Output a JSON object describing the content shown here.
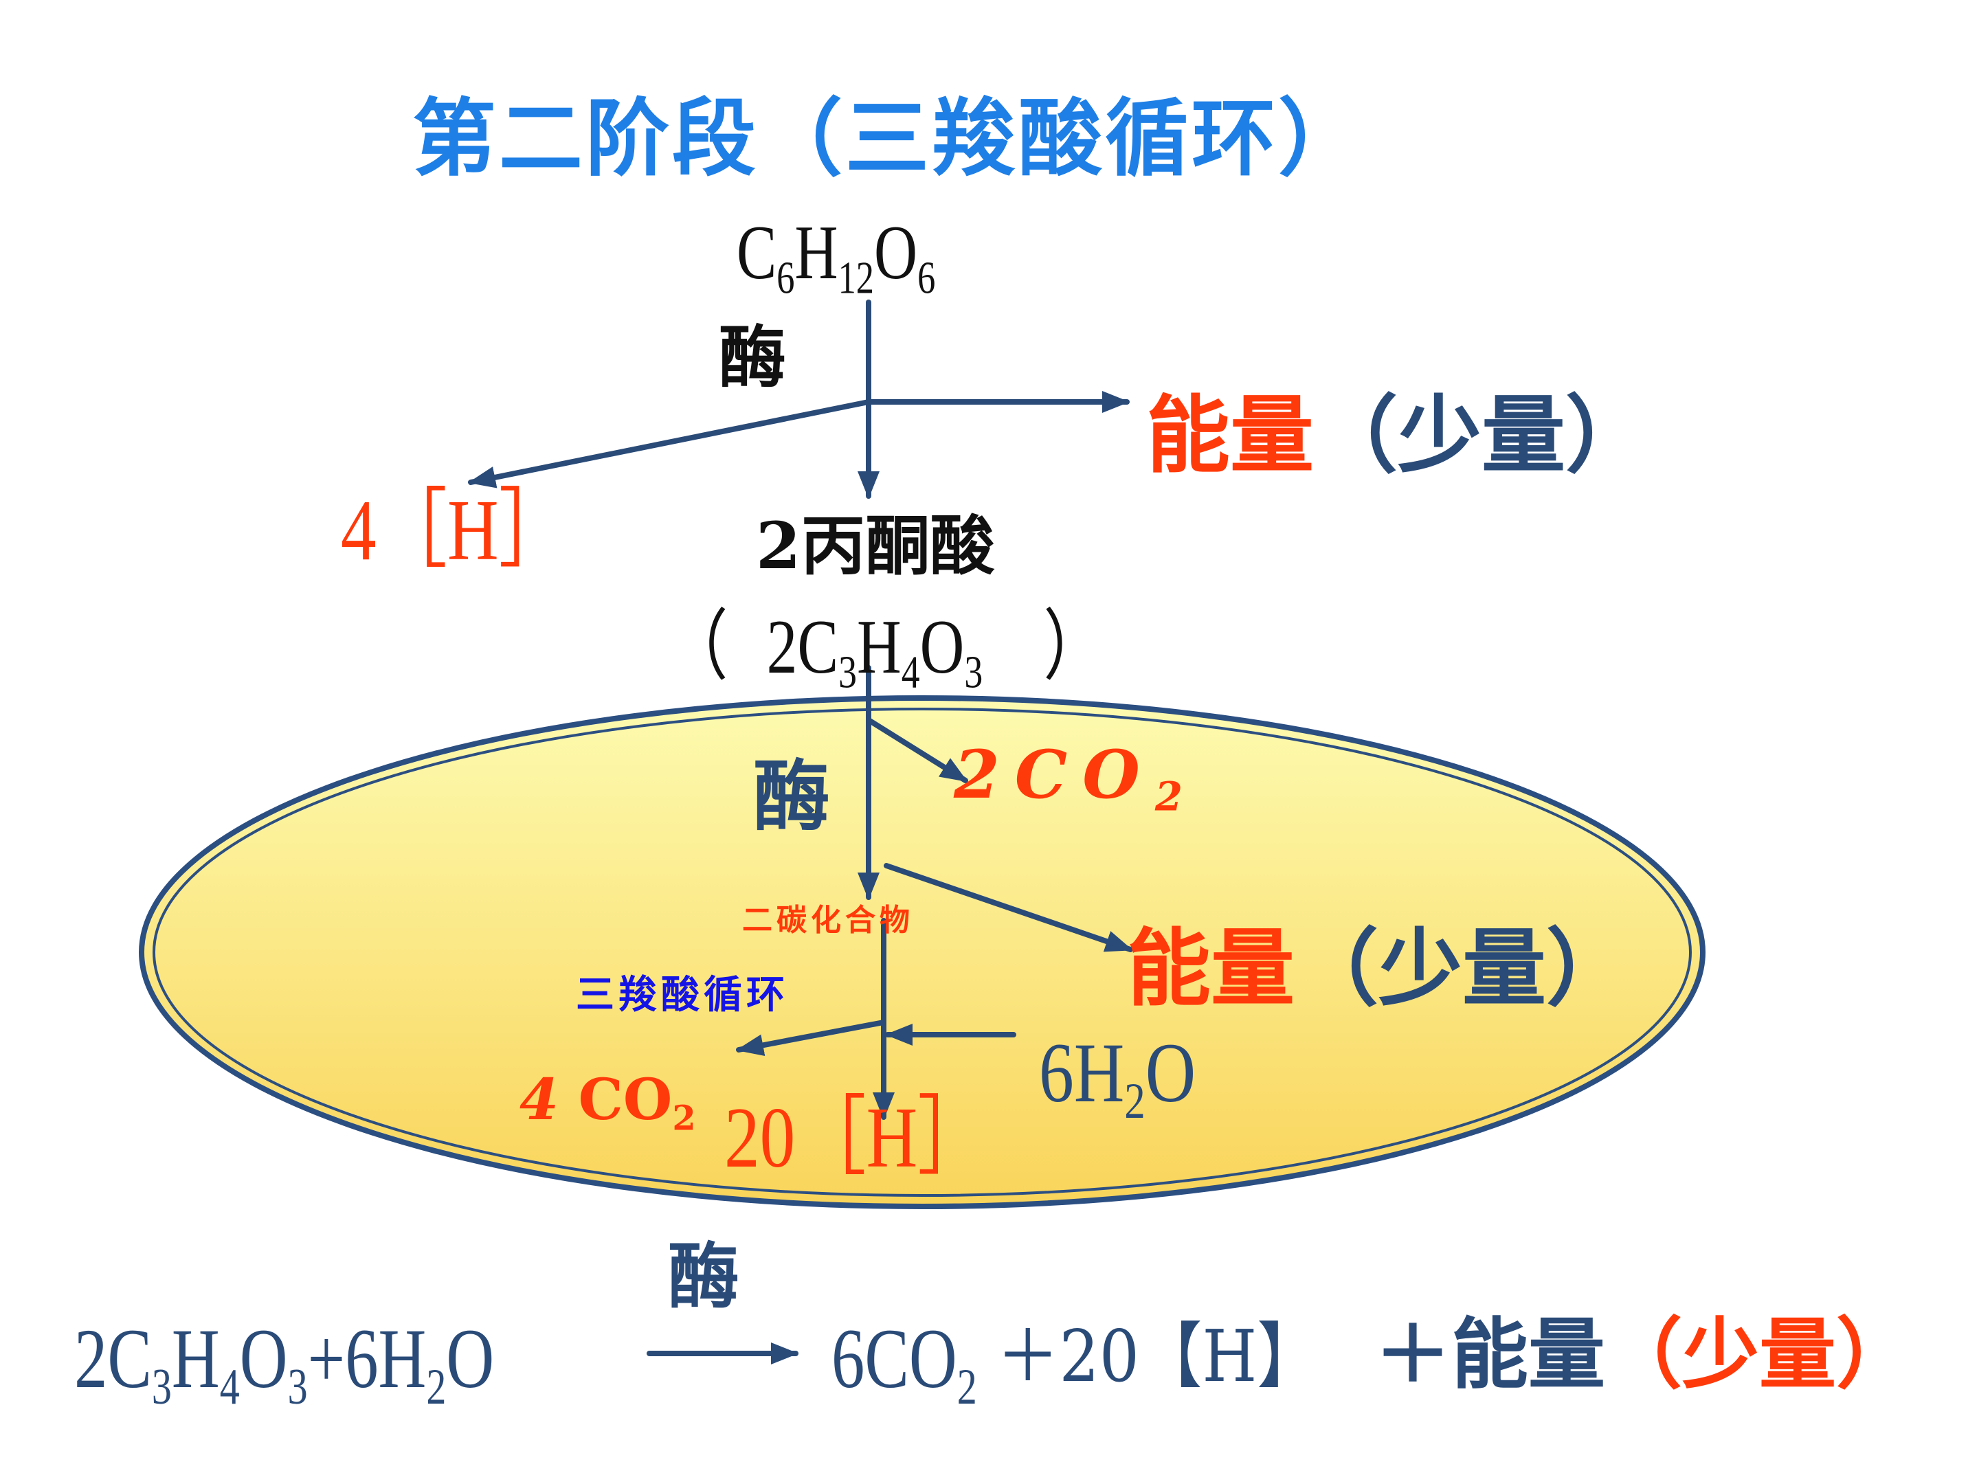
{
  "title": "第二阶段（三羧酸循环）",
  "glucose": {
    "C": "C",
    "c_sub": "6",
    "H": "H",
    "h_sub": "12",
    "O": "O",
    "o_sub": "6"
  },
  "enzyme_label": "酶",
  "energy_label": "能量",
  "small_amount": "（少量）",
  "hydrogen_4": "4［H］",
  "pyruvate_name": "2丙酮酸",
  "pyruvate_formula": {
    "open": "（",
    "coef": "2",
    "C": "C",
    "c_sub": "3",
    "H": "H",
    "h_sub": "4",
    "O": "O",
    "o_sub": "3",
    "close": "）"
  },
  "co2_2": {
    "coef": "2",
    "CO": "CO",
    "sub": "2"
  },
  "two_carbon": "二碳化合物",
  "tca_cycle": "三羧酸循环",
  "water_6": {
    "coef": "6",
    "H": "H",
    "h_sub": "2",
    "O": "O"
  },
  "co2_4": {
    "coef": "4",
    "CO": "CO",
    "sub": "2"
  },
  "hydrogen_20": "20［H］",
  "equation": {
    "left": {
      "coef": "2",
      "C": "C",
      "c_sub": "3",
      "H": "H",
      "h_sub": "4",
      "O": "O",
      "o_sub": "3",
      "plus_water": "+6H",
      "w_sub": "2",
      "w_o": "O"
    },
    "right": {
      "co2": "6CO",
      "co2_sub": "2",
      "plus_h": "＋20【H】",
      "plus_energy": "＋能量",
      "small": "（少量）"
    }
  },
  "colors": {
    "title_blue": "#1e7fe6",
    "dark_blue": "#2a4b78",
    "black": "#111111",
    "red": "#ff3a0a",
    "bright_blue": "#1414e6",
    "ellipse_fill_top": "#fdfbb0",
    "ellipse_fill_bottom": "#f9d45a",
    "ellipse_stroke": "#2c4f82"
  }
}
